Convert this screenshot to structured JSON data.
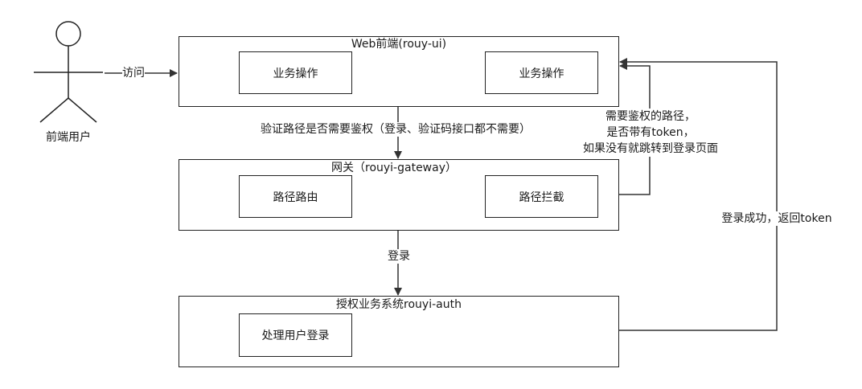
{
  "actor": {
    "label": "前端用户"
  },
  "frontend": {
    "title": "Web前端(rouy-ui)",
    "left_block": "业务操作",
    "right_block": "业务操作"
  },
  "gateway": {
    "title": "网关（rouyi-gateway）",
    "left_block": "路径路由",
    "right_block": "路径拦截"
  },
  "auth": {
    "title": "授权业务系统rouyi-auth",
    "block": "处理用户登录"
  },
  "edges": {
    "visit": "访问",
    "verify": "验证路径是否需要鉴权（登录、验证码接口都不需要）",
    "login": "登录",
    "intercept_line1": "需要鉴权的路径，",
    "intercept_line2": "是否带有token，",
    "intercept_line3": "如果没有就跳转到登录页面",
    "login_success": "登录成功，返回token"
  }
}
